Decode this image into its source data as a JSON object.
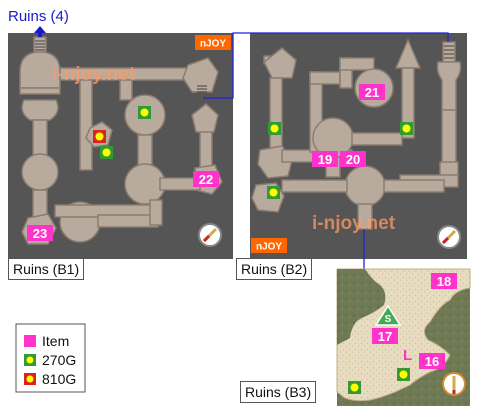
{
  "link_label": "Ruins (4)",
  "floors": {
    "b1": {
      "label": "Ruins (B1)"
    },
    "b2": {
      "label": "Ruins (B2)"
    },
    "b3": {
      "label": "Ruins (B3)"
    }
  },
  "brand": {
    "tag": "nJOY",
    "watermark": "i-njoy.net"
  },
  "markers": {
    "item_numbers": [
      "22",
      "23",
      "21",
      "19",
      "20",
      "18",
      "17",
      "16"
    ],
    "start": "S",
    "landmark": "L"
  },
  "legend": [
    {
      "label": "Item",
      "swatch": "item"
    },
    {
      "label": "270G",
      "swatch": "gold270"
    },
    {
      "label": "810G",
      "swatch": "gold810"
    }
  ],
  "colors": {
    "item_bg": "#ff33cc",
    "gold270_fill": "#339933",
    "gold810_fill": "#dd2222",
    "coin": "#ffff00",
    "dungeon_bg": "#555555",
    "floor": "#b8aa9c",
    "link_line": "#2222dd",
    "tag_bg": "#ff6600",
    "watermark": "#ff9966",
    "sand": "#e8dcc0",
    "ground": "#6f7a55"
  },
  "icons": [
    "up-arrow-icon",
    "stair-icon",
    "compass-icon",
    "coin-icon",
    "start-marker-icon"
  ]
}
